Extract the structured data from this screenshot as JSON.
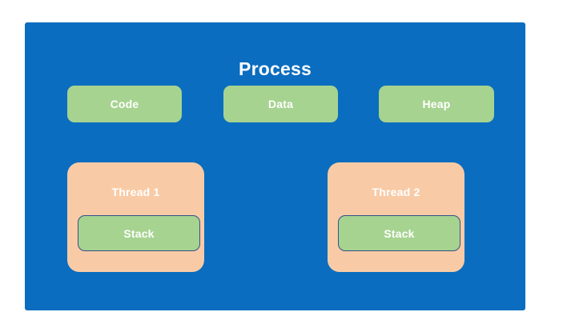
{
  "diagram": {
    "title": "Process",
    "background_color": "#ffffff",
    "panel_color": "#0a6dbf",
    "segment_color": "#a6d390",
    "thread_color": "#f8cba6",
    "stack_border_color": "#34508a",
    "label_color": "#ffffff",
    "segments": [
      {
        "label": "Code"
      },
      {
        "label": "Data"
      },
      {
        "label": "Heap"
      }
    ],
    "threads": [
      {
        "label": "Thread 1",
        "stack_label": "Stack"
      },
      {
        "label": "Thread 2",
        "stack_label": "Stack"
      }
    ]
  }
}
